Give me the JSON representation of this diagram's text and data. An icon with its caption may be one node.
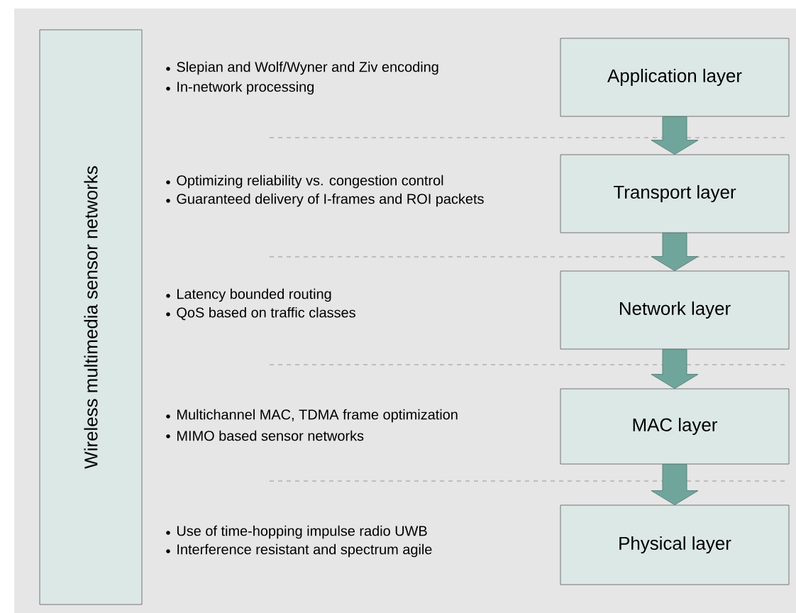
{
  "diagram": {
    "nodes": [
      {
        "text": [
          "Wireless multimedia sensor networks"
        ]
      },
      {
        "text": [
          "Application layer"
        ]
      },
      {
        "text": [
          "Transport layer"
        ]
      },
      {
        "text": [
          "Network layer"
        ]
      },
      {
        "text": [
          "MAC layer"
        ]
      },
      {
        "text": [
          "Physical layer"
        ]
      }
    ],
    "edges": [
      {
        "from": 1,
        "to": 2,
        "arrow": "to"
      },
      {
        "from": 2,
        "to": 3,
        "arrow": "to"
      },
      {
        "from": 3,
        "to": 4,
        "arrow": "to"
      },
      {
        "from": 4,
        "to": 5,
        "arrow": "to"
      }
    ],
    "labels": [
      "Slepian and Wolf/Wyner and Ziv encoding",
      "In-network processing",
      "Optimizing reliability vs. congestion control",
      "Guaranteed delivery of I-frames and ROI packets",
      "Latency bounded routing",
      "QoS based on traffic classes",
      "Multichannel MAC, TDMA frame optimization",
      "MIMO based sensor networks",
      "Use of time-hopping impulse radio UWB",
      "Interference resistant and spectrum agile"
    ]
  }
}
